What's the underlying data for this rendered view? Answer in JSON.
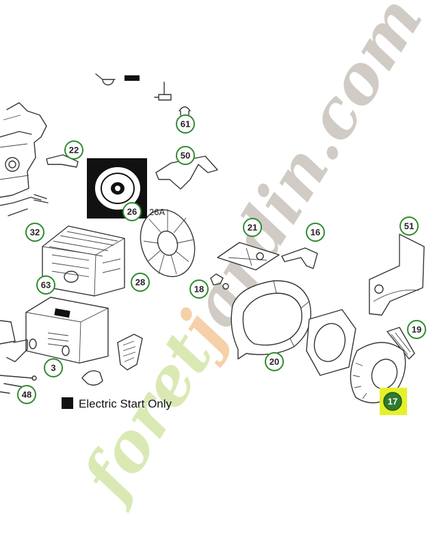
{
  "legend": {
    "swatch_color": "#111111",
    "label": "Electric Start Only"
  },
  "highlight": {
    "part_number": "17",
    "color": "#e6f02a"
  },
  "callouts": [
    {
      "id": "22",
      "label": "22"
    },
    {
      "id": "26",
      "label": "26"
    },
    {
      "id": "26A",
      "label": "26A"
    },
    {
      "id": "61",
      "label": "61"
    },
    {
      "id": "50",
      "label": "50"
    },
    {
      "id": "32",
      "label": "32"
    },
    {
      "id": "21",
      "label": "21"
    },
    {
      "id": "16",
      "label": "16"
    },
    {
      "id": "51",
      "label": "51"
    },
    {
      "id": "63",
      "label": "63"
    },
    {
      "id": "28",
      "label": "28"
    },
    {
      "id": "18",
      "label": "18"
    },
    {
      "id": "19",
      "label": "19"
    },
    {
      "id": "20",
      "label": "20"
    },
    {
      "id": "3",
      "label": "3"
    },
    {
      "id": "48",
      "label": "48"
    },
    {
      "id": "17",
      "label": "17"
    }
  ],
  "watermark": {
    "prefix": "foret",
    "accent": "j",
    "suffix": "ardin.com",
    "green": "#d4e6a8",
    "gray": "#c8c3bb",
    "orange": "#f5c89a"
  }
}
